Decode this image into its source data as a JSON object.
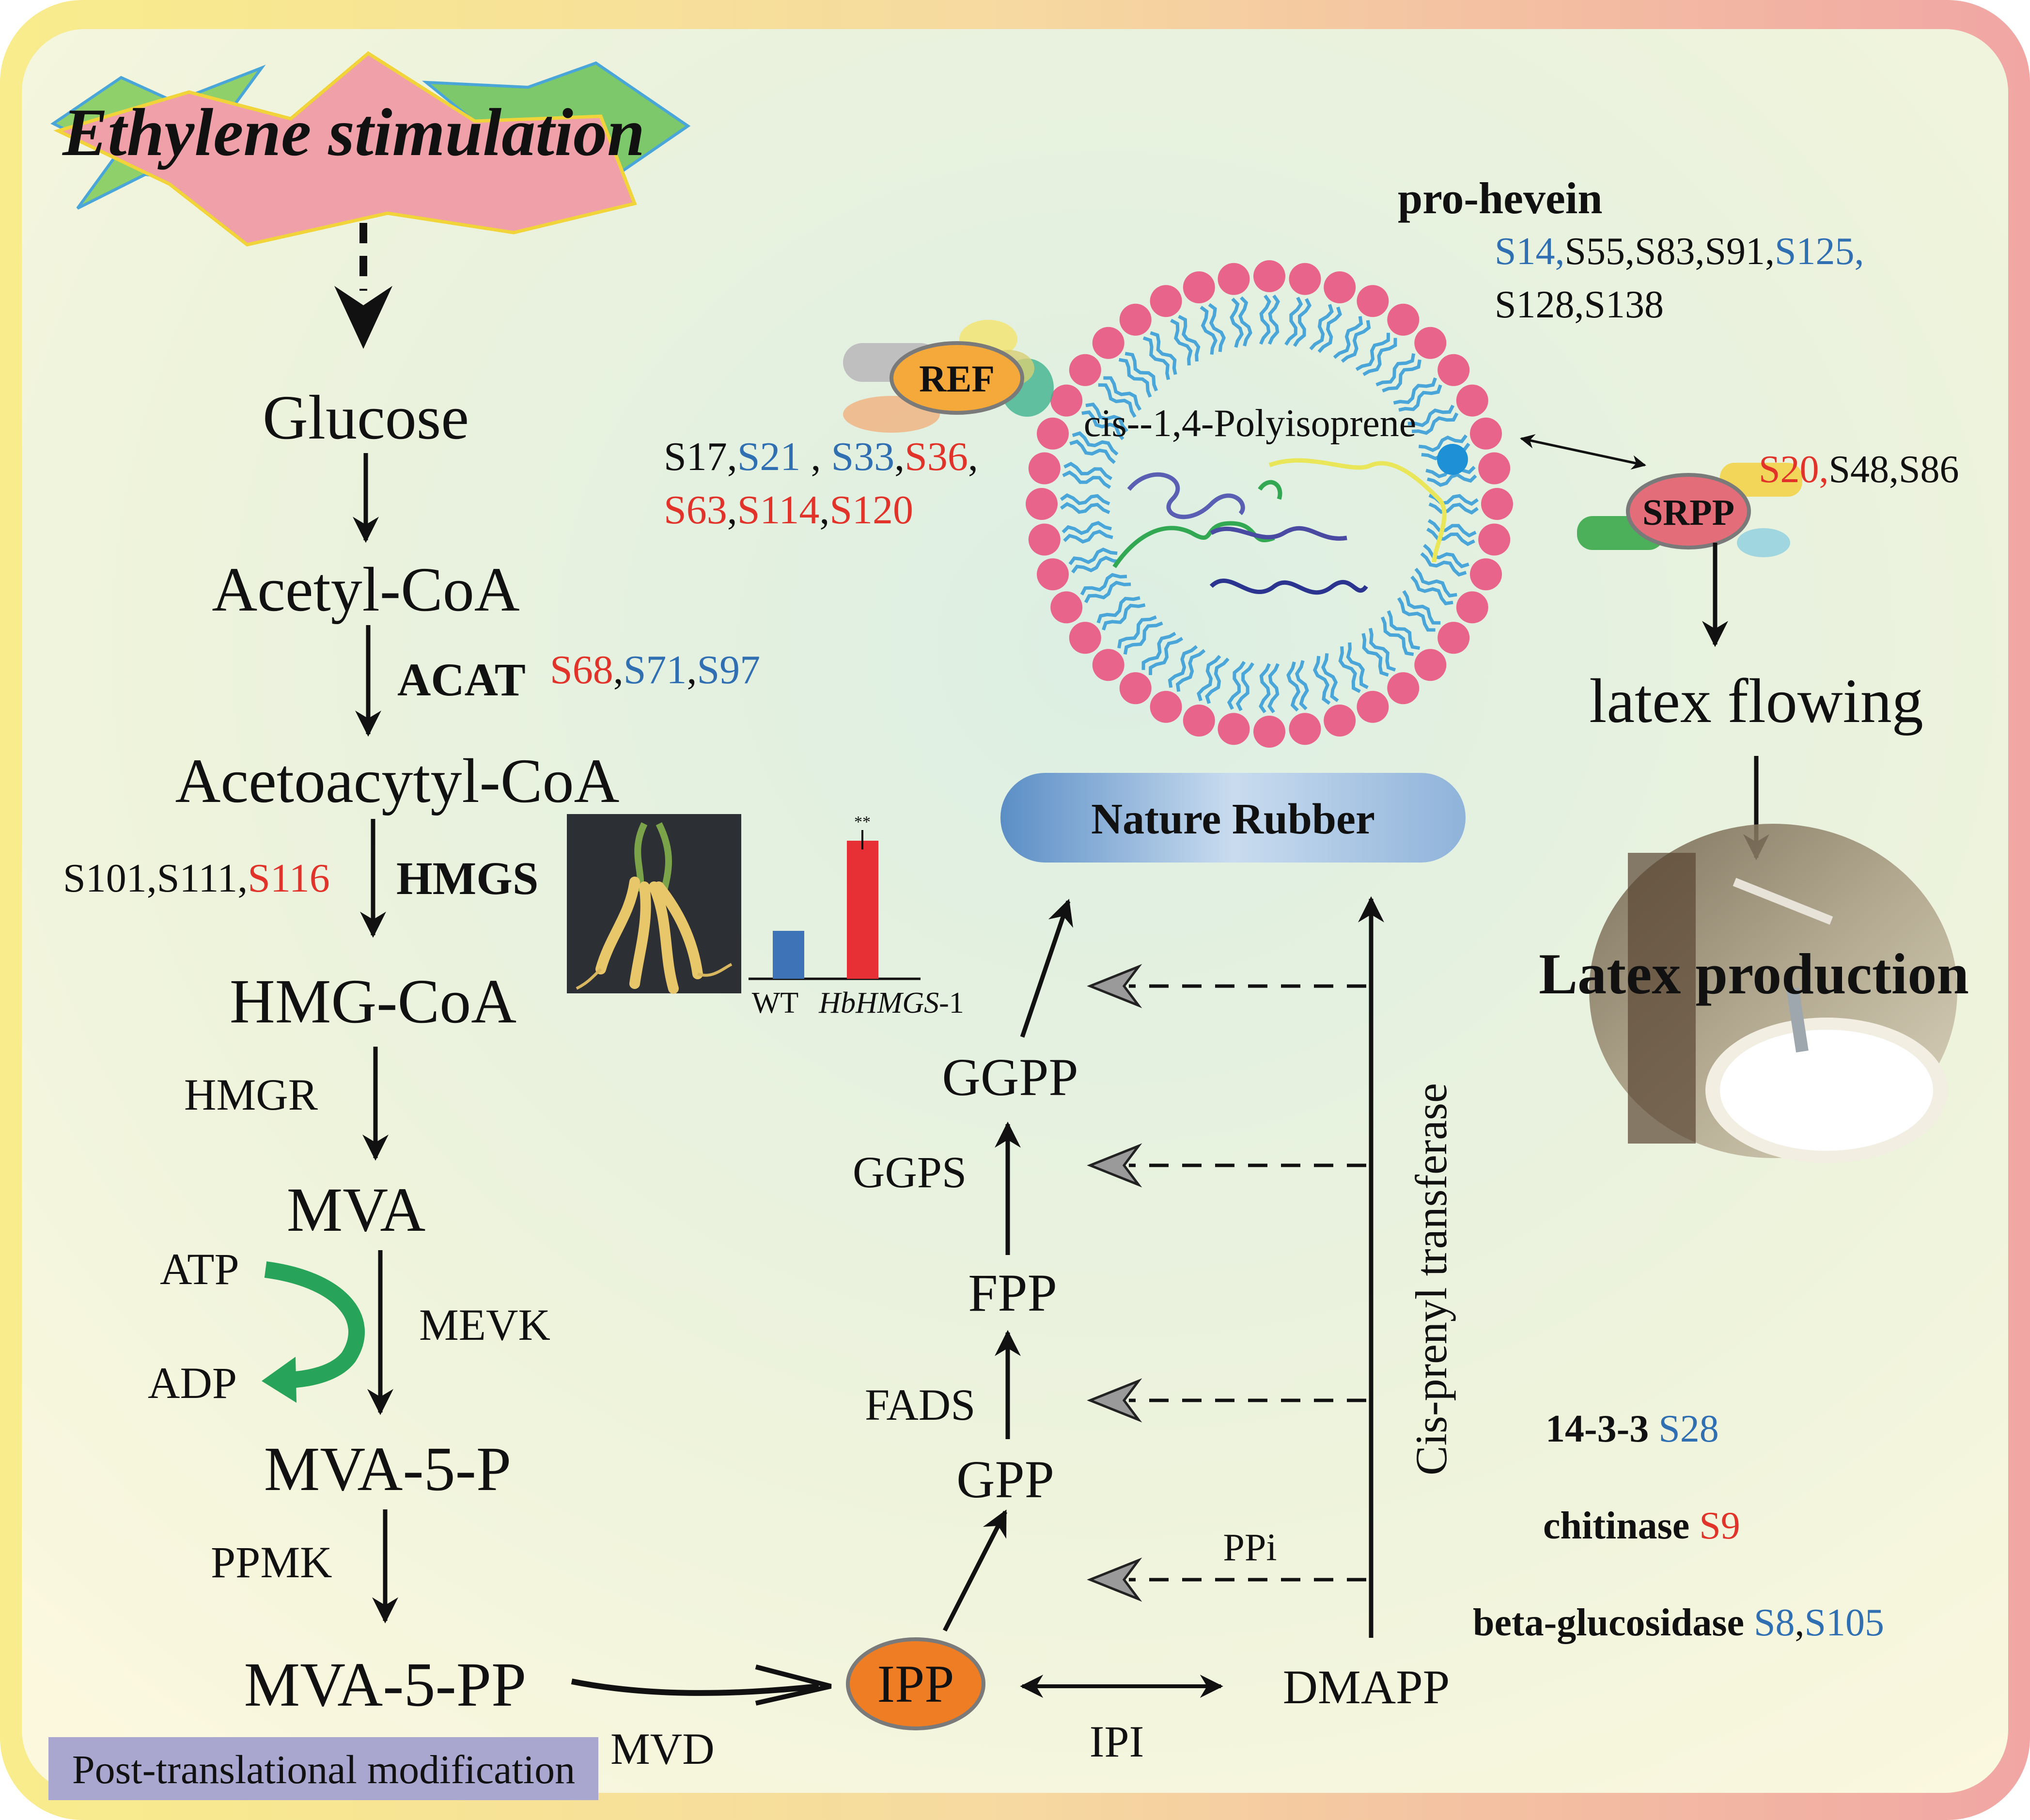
{
  "colors": {
    "red": "#e2332a",
    "blue": "#2f6fb2",
    "black": "#111111",
    "green_arrow": "#27a35a",
    "ipp_fill": "#ef7d24",
    "ref_fill": "#f4a93a",
    "srpp_fill": "#e46d7a",
    "head_fill": "#e8648a",
    "tail_stroke": "#4aa6d8",
    "ptm_box": "#a9a6cf",
    "nr_left": "#5b8ec6",
    "nr_right": "#cfe0f0",
    "bar_wt": "#3e73b8",
    "bar_hmgs": "#e63036"
  },
  "title": "Ethylene stimulation",
  "pathway": {
    "glucose": "Glucose",
    "acetyl_coa": "Acetyl-CoA",
    "acat": "ACAT",
    "acetoacetyl_coa": "Acetoacytyl-CoA",
    "hmgs": "HMGS",
    "hmg_coa": "HMG-CoA",
    "hmgr": "HMGR",
    "mva": "MVA",
    "atp": "ATP",
    "adp": "ADP",
    "mevk": "MEVK",
    "mva5p": "MVA-5-P",
    "ppmk": "PPMK",
    "mva5pp": "MVA-5-PP",
    "mvd": "MVD",
    "ipp": "IPP",
    "ipi": "IPI",
    "dmapp": "DMAPP",
    "gpp": "GPP",
    "fads": "FADS",
    "fpp": "FPP",
    "ggps": "GGPS",
    "ggpp": "GGPP",
    "ppi": "PPi",
    "cis_prenyl": "Cis-prenyl transferase",
    "nature_rubber": "Nature Rubber"
  },
  "acat_sites": [
    {
      "t": "S68",
      "c": "red"
    },
    {
      "t": ",",
      "c": "black"
    },
    {
      "t": "S71",
      "c": "blue"
    },
    {
      "t": ",",
      "c": "black"
    },
    {
      "t": "S97",
      "c": "blue"
    }
  ],
  "hmgs_sites": [
    {
      "t": "S101,S111,",
      "c": "black"
    },
    {
      "t": "S116",
      "c": "red"
    }
  ],
  "ref": {
    "label": "REF",
    "sites_line1": [
      {
        "t": "S17,",
        "c": "black"
      },
      {
        "t": "S21",
        "c": "blue"
      },
      {
        "t": " , ",
        "c": "black"
      },
      {
        "t": "S33",
        "c": "blue"
      },
      {
        "t": ",",
        "c": "black"
      },
      {
        "t": "S36",
        "c": "red"
      },
      {
        "t": ",",
        "c": "black"
      }
    ],
    "sites_line2": [
      {
        "t": "S63",
        "c": "red"
      },
      {
        "t": ",",
        "c": "black"
      },
      {
        "t": "S114",
        "c": "red"
      },
      {
        "t": ",",
        "c": "black"
      },
      {
        "t": "S120",
        "c": "red"
      }
    ]
  },
  "prohevein": {
    "label": "pro-hevein",
    "sites_line1": [
      {
        "t": "S14,",
        "c": "blue"
      },
      {
        "t": "S55,S83,S91,",
        "c": "black"
      },
      {
        "t": "S125,",
        "c": "blue"
      }
    ],
    "sites_line2": [
      {
        "t": "S128,S138",
        "c": "black"
      }
    ]
  },
  "particle_label": "cis--1,4-Polyisoprene",
  "srpp": {
    "label": "SRPP",
    "sites": [
      {
        "t": "S20,",
        "c": "red"
      },
      {
        "t": "S48,S86",
        "c": "black"
      }
    ]
  },
  "latex_flowing": "latex flowing",
  "latex_production": "Latex production",
  "inset_chart": {
    "categories": [
      "WT",
      "HbHMGS-1"
    ],
    "category_suffix": [
      "",
      "-1"
    ],
    "values": [
      0.33,
      0.95
    ],
    "significance": "**"
  },
  "others": [
    {
      "name": "14-3-3",
      "sites": [
        {
          "t": "S28",
          "c": "blue"
        }
      ]
    },
    {
      "name": "chitinase",
      "sites": [
        {
          "t": "S9",
          "c": "red"
        }
      ]
    },
    {
      "name": "beta-glucosidase",
      "sites": [
        {
          "t": "S8",
          "c": "blue"
        },
        {
          "t": ",",
          "c": "black"
        },
        {
          "t": "S105",
          "c": "blue"
        }
      ]
    }
  ],
  "ptm_label": "Post-translational modification"
}
